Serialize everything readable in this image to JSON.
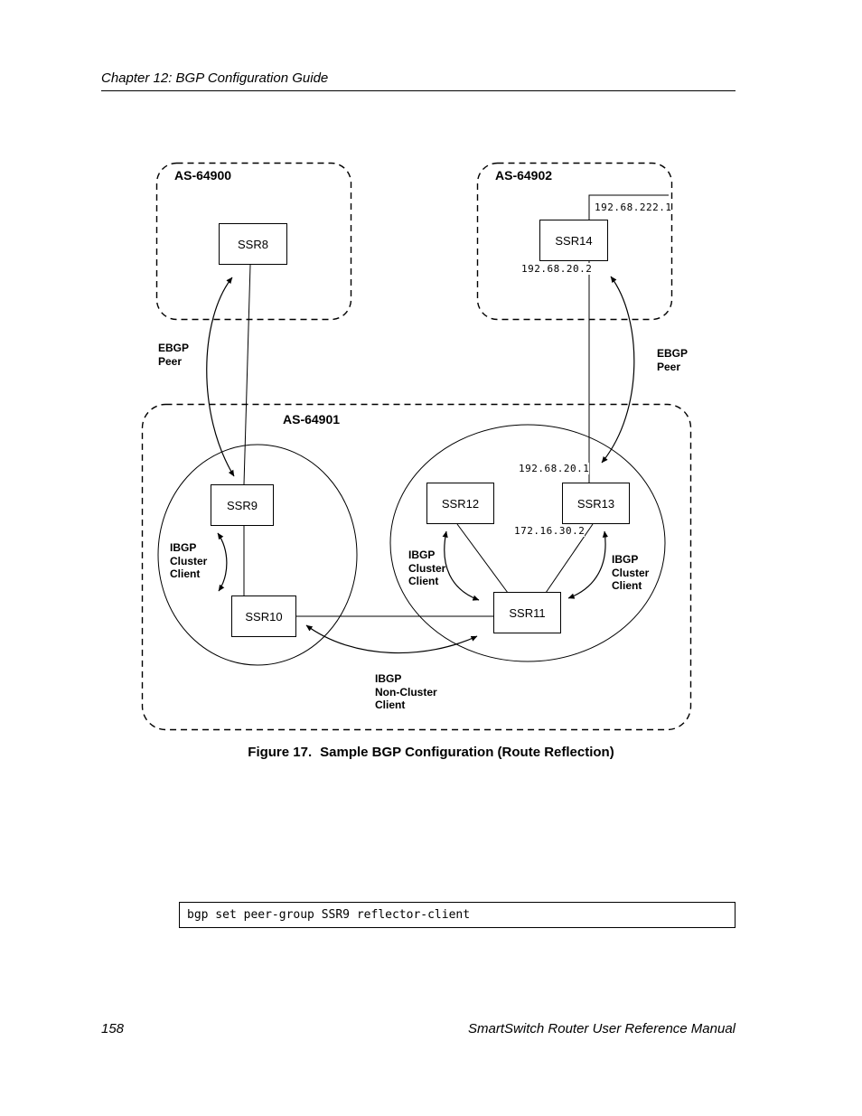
{
  "page": {
    "header_title": "Chapter 12: BGP Configuration Guide",
    "page_number": "158",
    "footer_title": "SmartSwitch Router User Reference Manual",
    "figure_caption_prefix": "Figure 17.",
    "figure_caption_text": "Sample BGP Configuration (Route Reflection)",
    "code_line": "bgp set peer-group SSR9 reflector-client"
  },
  "diagram": {
    "as_64900_label": "AS-64900",
    "as_64901_label": "AS-64901",
    "as_64902_label": "AS-64902",
    "nodes": {
      "ssr8": "SSR8",
      "ssr9": "SSR9",
      "ssr10": "SSR10",
      "ssr11": "SSR11",
      "ssr12": "SSR12",
      "ssr13": "SSR13",
      "ssr14": "SSR14"
    },
    "ips": {
      "net_222": "192.68.222.1",
      "ssr14_addr": "192.68.20.2",
      "ssr13_addr": "192.68.20.1",
      "cluster_net": "172.16.30.2"
    },
    "labels": {
      "ebgp_left": [
        "EBGP",
        "Peer"
      ],
      "ebgp_right": [
        "EBGP",
        "Peer"
      ],
      "ibgp_cluster_left": [
        "IBGP",
        "Cluster",
        "Client"
      ],
      "ibgp_cluster_mid": [
        "IBGP",
        "Cluster",
        "Client"
      ],
      "ibgp_cluster_right": [
        "IBGP",
        "Cluster",
        "Client"
      ],
      "ibgp_non_cluster": [
        "IBGP",
        "Non-Cluster",
        "Client"
      ]
    }
  }
}
